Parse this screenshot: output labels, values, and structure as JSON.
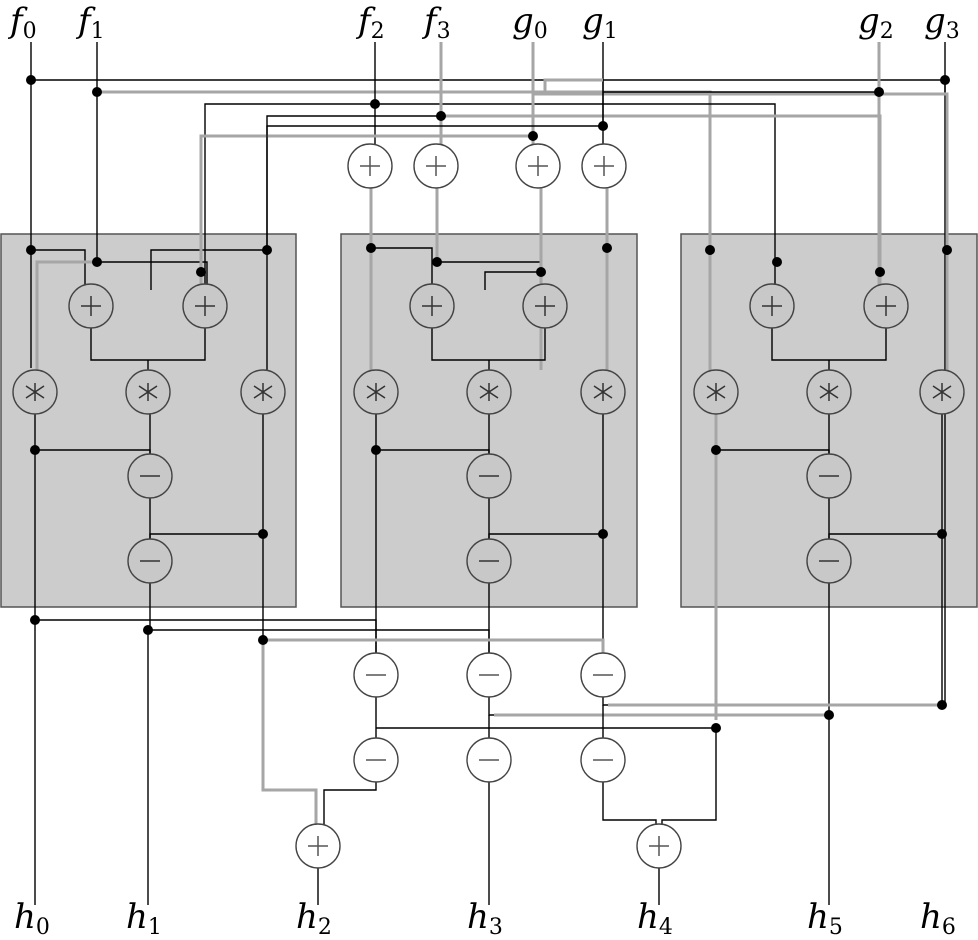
{
  "inputs": {
    "f": [
      {
        "base": "f",
        "sub": "0"
      },
      {
        "base": "f",
        "sub": "1"
      },
      {
        "base": "f",
        "sub": "2"
      },
      {
        "base": "f",
        "sub": "3"
      }
    ],
    "g": [
      {
        "base": "g",
        "sub": "0"
      },
      {
        "base": "g",
        "sub": "1"
      },
      {
        "base": "g",
        "sub": "2"
      },
      {
        "base": "g",
        "sub": "3"
      }
    ]
  },
  "outputs": [
    {
      "base": "h",
      "sub": "0"
    },
    {
      "base": "h",
      "sub": "1"
    },
    {
      "base": "h",
      "sub": "2"
    },
    {
      "base": "h",
      "sub": "3"
    },
    {
      "base": "h",
      "sub": "4"
    },
    {
      "base": "h",
      "sub": "5"
    },
    {
      "base": "h",
      "sub": "6"
    }
  ],
  "operators": {
    "add": "+",
    "mul": "*",
    "sub": "−"
  }
}
